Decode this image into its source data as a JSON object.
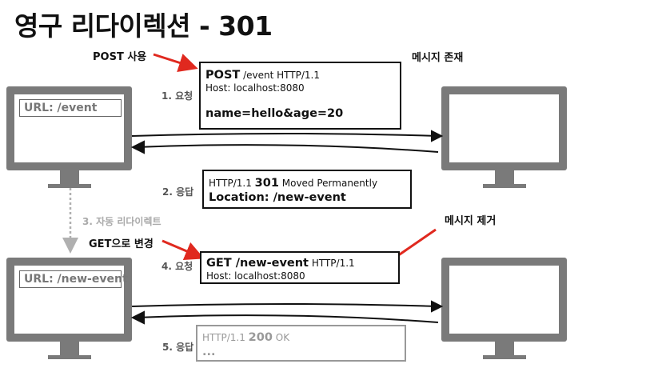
{
  "title": "영구 리다이렉션 - 301",
  "annotations": {
    "post_use": "POST 사용",
    "message_exists": "메시지 존재",
    "get_change": "GET으로 변경",
    "message_removed": "메시지 제거"
  },
  "steps": {
    "s1": "1. 요청",
    "s2": "2. 응답",
    "s3": "3. 자동 리다이렉트",
    "s4": "4. 요청",
    "s5": "5. 응답"
  },
  "clients": {
    "top_url": "URL: /event",
    "bottom_url": "URL: /new-event"
  },
  "req1": {
    "method": "POST",
    "line_rest": " /event HTTP/1.1",
    "host": "Host: localhost:8080",
    "body": "name=hello&age=20"
  },
  "resp1": {
    "proto": "HTTP/1.1 ",
    "code": "301",
    "reason": " Moved Permanently",
    "location": "Location: /new-event"
  },
  "req2": {
    "line_main": "GET /new-event",
    "line_rest": " HTTP/1.1",
    "host": "Host: localhost:8080"
  },
  "resp2": {
    "proto": "HTTP/1.1 ",
    "code": "200",
    "reason": " OK",
    "more": "..."
  },
  "colors": {
    "annotation_arrow": "#e0291f",
    "monitor": "#7a7a7a",
    "flow_arrow": "#111111",
    "redirect_arrow": "#b0b0b0"
  }
}
